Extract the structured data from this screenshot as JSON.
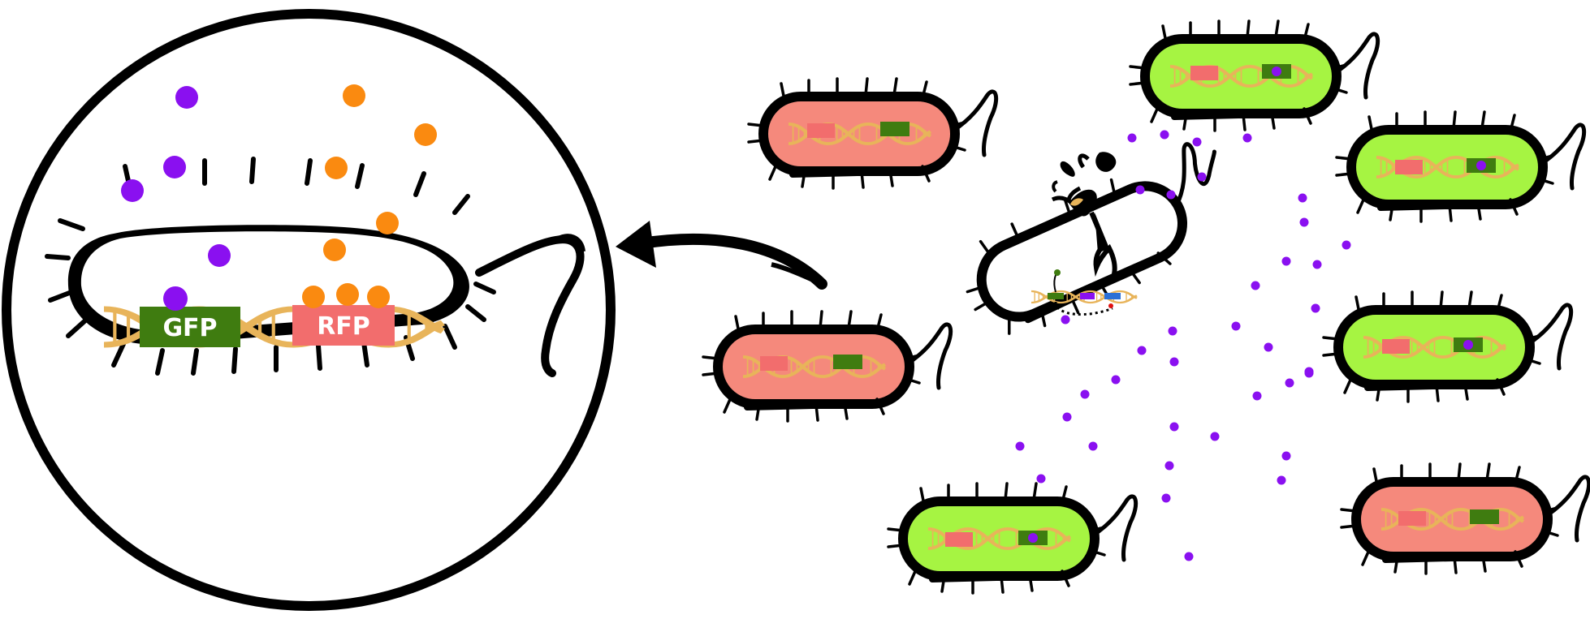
{
  "colors": {
    "outline": "#000000",
    "dna": "#e8b45a",
    "gfp_gene": "#3f7c10",
    "rfp_gene": "#f26d6d",
    "green_cell": "#a6f442",
    "red_cell": "#f5897c",
    "inducer_purple": "#8a10f0",
    "inducer_orange": "#fa8a10",
    "blue_gene": "#2a6fd6"
  },
  "zoom_view": {
    "gfp_label": "GFP",
    "rfp_label": "RFP"
  },
  "cells": [
    {
      "name": "bacterium-red-top-left",
      "state": "red"
    },
    {
      "name": "bacterium-red-middle-left",
      "state": "red"
    },
    {
      "name": "bacterium-green-bottom",
      "state": "green"
    },
    {
      "name": "bacterium-green-top",
      "state": "green"
    },
    {
      "name": "bacterium-green-right-upper",
      "state": "green"
    },
    {
      "name": "bacterium-green-right-middle",
      "state": "green"
    },
    {
      "name": "bacterium-red-right-bottom",
      "state": "red"
    },
    {
      "name": "bacterium-sender-white",
      "state": "white"
    }
  ],
  "icons": {
    "arrow": "curved-arrow-icon",
    "mosquito": "mosquito-icon"
  }
}
